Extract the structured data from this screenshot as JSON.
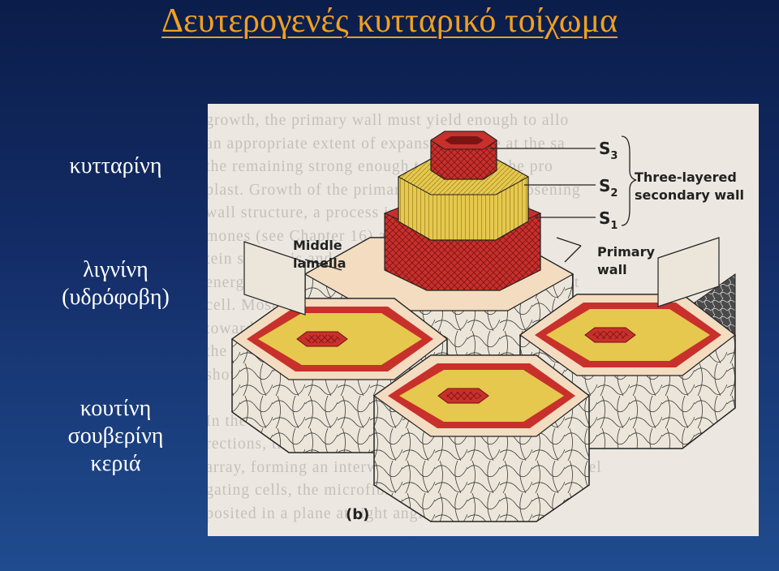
{
  "slide": {
    "title": "Δευτερογενές κυτταρικό τοίχωμα",
    "terms": {
      "cellulose": "κυτταρίνη",
      "lignin_line1": "λιγνίνη",
      "lignin_line2": "(υδρόφοβη)",
      "cutin": "κουτίνη",
      "suberin": "σουβερίνη",
      "wax": "κεριά"
    }
  },
  "figure": {
    "labels": {
      "s3": "S",
      "s3_sub": "3",
      "s2": "S",
      "s2_sub": "2",
      "s1": "S",
      "s1_sub": "1",
      "three_layered_line1": "Three-layered",
      "three_layered_line2": "secondary wall",
      "middle_lamella_line1": "Middle",
      "middle_lamella_line2": "lamella",
      "primary_wall_line1": "Primary",
      "primary_wall_line2": "wall",
      "panel": "(b)"
    },
    "background_text": [
      "growth, the primary wall must yield enough to allo",
      "an appropriate extent of expansion, while at the sa",
      "the remaining strong enough to constrain the pro",
      "plast. Growth of the primary wall requires loosening",
      "wall structure, a process influenced by some h",
      "mones (see Chapter 16) and by an increase in p",
      "tein synthesis and respiration to provide need",
      "energy. The cell wall is produced and laid down by t",
      "cell. Most of the cellulose microfibrils are placed",
      "toward the interior of the secondary wall. In",
      "the microfibrils are inserted with the orientation",
      "shown.",
      "",
      "In the cell's growing parts of wall, in the",
      "rections, the microfibrils are laid down in a rand",
      "array, forming an interwoven network. In contrast, at el",
      "gating cells, the microfibrils in the side walls are",
      "posited in a plane at right angles (perpendicular"
    ],
    "colors": {
      "outer_layer": "#c8302c",
      "middle_layer": "#e6c84e",
      "primary_wall": "#f3dcc0",
      "side_face": "#e8e2d6"
    }
  }
}
